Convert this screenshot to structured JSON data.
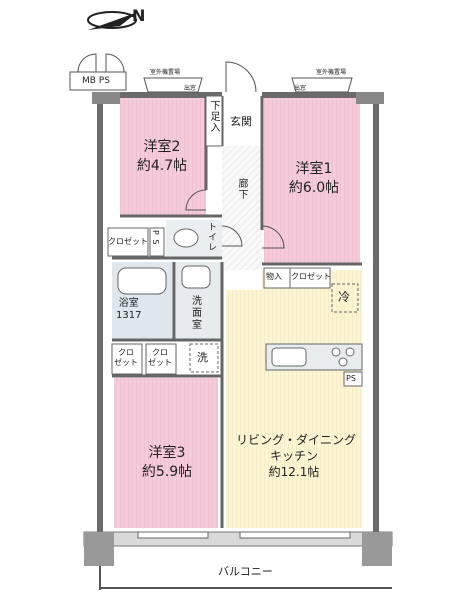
{
  "compass": {
    "label": "N"
  },
  "rooms": {
    "western2": {
      "name": "洋室2",
      "size": "約4.7帖"
    },
    "western1": {
      "name": "洋室1",
      "size": "約6.0帖"
    },
    "western3": {
      "name": "洋室3",
      "size": "約5.9帖"
    },
    "ldk": {
      "name": "リビング・ダイニング",
      "name2": "キッチン",
      "size": "約12.1帖"
    },
    "bath": {
      "name": "浴室",
      "size": "1317"
    },
    "washroom": {
      "name": "洗",
      "name2": "面",
      "name3": "室"
    }
  },
  "labels": {
    "mbps": "MB PS",
    "entrance": "玄関",
    "shoe_storage": "下足入",
    "corridor": "廊下",
    "toilet": "トイレ",
    "closet_top": "クロゼット",
    "ps_top": "P S",
    "storage": "物入",
    "closet_right": "クロゼット",
    "fridge": "冷",
    "closet_a1": "クロ",
    "closet_a2": "ゼット",
    "closet_b1": "クロ",
    "closet_b2": "ゼット",
    "washer": "洗",
    "ps_kitchen": "PS",
    "balcony": "バルコニー",
    "window_left": "室外機置場",
    "window_right": "室外機置場",
    "bay_left": "出窓",
    "bay_right": "出窓"
  },
  "colors": {
    "western_room": "#f2c9da",
    "ldk": "#faf3d2",
    "wet_area": "#dfe7ec",
    "corridor": "#ffffff",
    "wall": "#6b6b6b"
  }
}
